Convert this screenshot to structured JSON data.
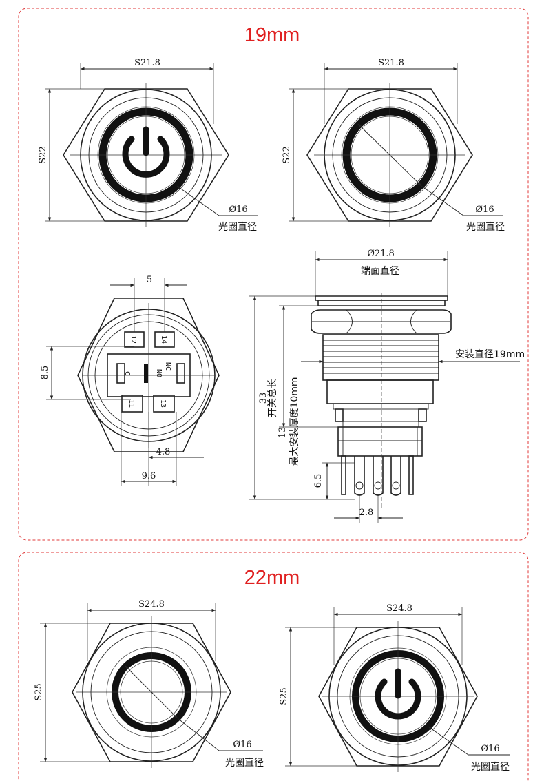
{
  "panels": {
    "top": {
      "title": "19mm"
    },
    "bottom": {
      "title": "22mm"
    }
  },
  "views_19mm": {
    "front_power": {
      "width_label": "S21.8",
      "height_label": "S22",
      "ring_label": "Ø16",
      "ring_caption": "光圈直径",
      "icon": "power-icon"
    },
    "front_plain": {
      "width_label": "S21.8",
      "height_label": "S22",
      "ring_label": "Ø16",
      "ring_caption": "光圈直径"
    },
    "rear": {
      "top_dim": "5",
      "side_dim": "8.5",
      "inner_dim": "4.8",
      "outer_dim": "9.6",
      "pins": [
        "12",
        "14",
        "11",
        "13"
      ],
      "contacts": [
        "C",
        "NO",
        "NC"
      ]
    },
    "side": {
      "head_dim": "Ø21.8",
      "head_caption": "端面直径",
      "thread_caption": "安装直径19mm",
      "total_dim": "33",
      "total_caption": "开关总长",
      "install_dim": "13",
      "install_caption": "最大安装厚度10mm",
      "pin_len": "6.5",
      "pin_pitch": "2.8"
    }
  },
  "views_22mm": {
    "front_plain": {
      "width_label": "S24.8",
      "height_label": "S25",
      "ring_label": "Ø16",
      "ring_caption": "光圈直径"
    },
    "front_power": {
      "width_label": "S24.8",
      "height_label": "S25",
      "ring_label": "Ø16",
      "ring_caption": "光圈直径",
      "icon": "power-icon"
    }
  },
  "colors": {
    "title": "#e02020",
    "frame": "#e03a3a",
    "line": "#222222"
  }
}
